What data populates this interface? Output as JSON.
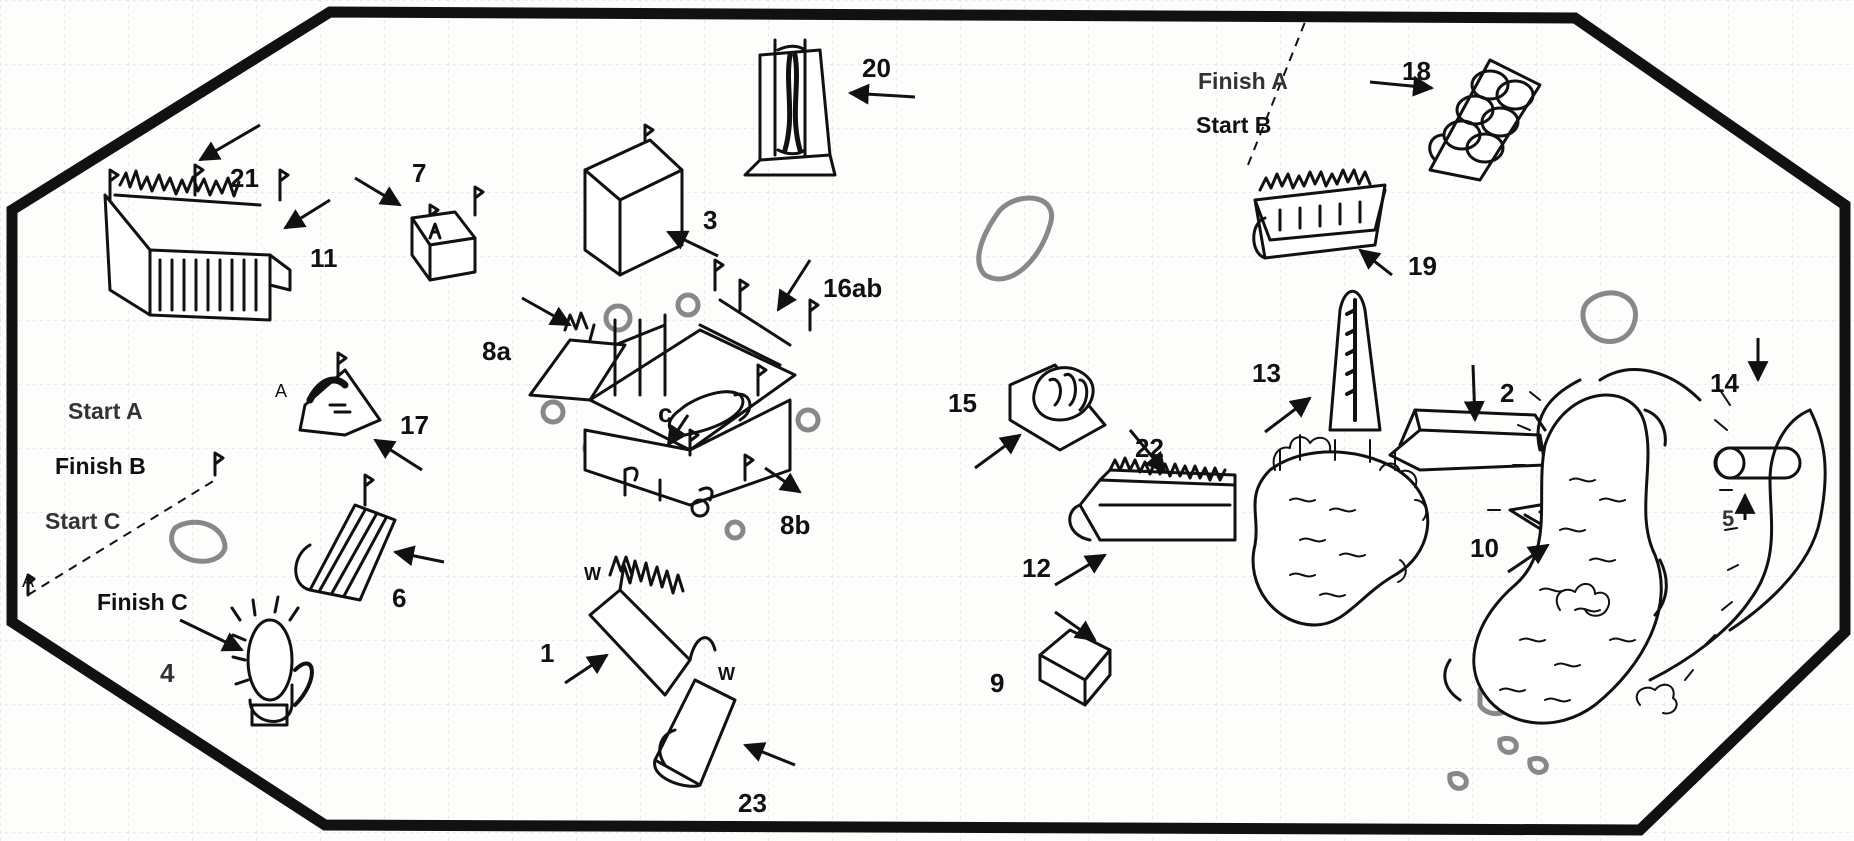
{
  "course": {
    "start_a": "Start A",
    "finish_b": "Finish B",
    "start_c": "Start C",
    "finish_c": "Finish C",
    "finish_a": "Finish A",
    "start_b": "Start B"
  },
  "obstacles": {
    "n1": "1",
    "n2": "2",
    "n3": "3",
    "n4": "4",
    "n5": "5",
    "n6": "6",
    "n7": "7",
    "n8a": "8a",
    "n8b": "8b",
    "c": "c",
    "n9": "9",
    "n10": "10",
    "n11": "11",
    "n12": "12",
    "n13": "13",
    "n14": "14",
    "n15": "15",
    "n16ab": "16ab",
    "n17": "17",
    "n18": "18",
    "n19": "19",
    "n20": "20",
    "n21": "21",
    "n22": "22",
    "n23": "23"
  },
  "marks": {
    "letter_a": "A",
    "letter_w": "W"
  }
}
